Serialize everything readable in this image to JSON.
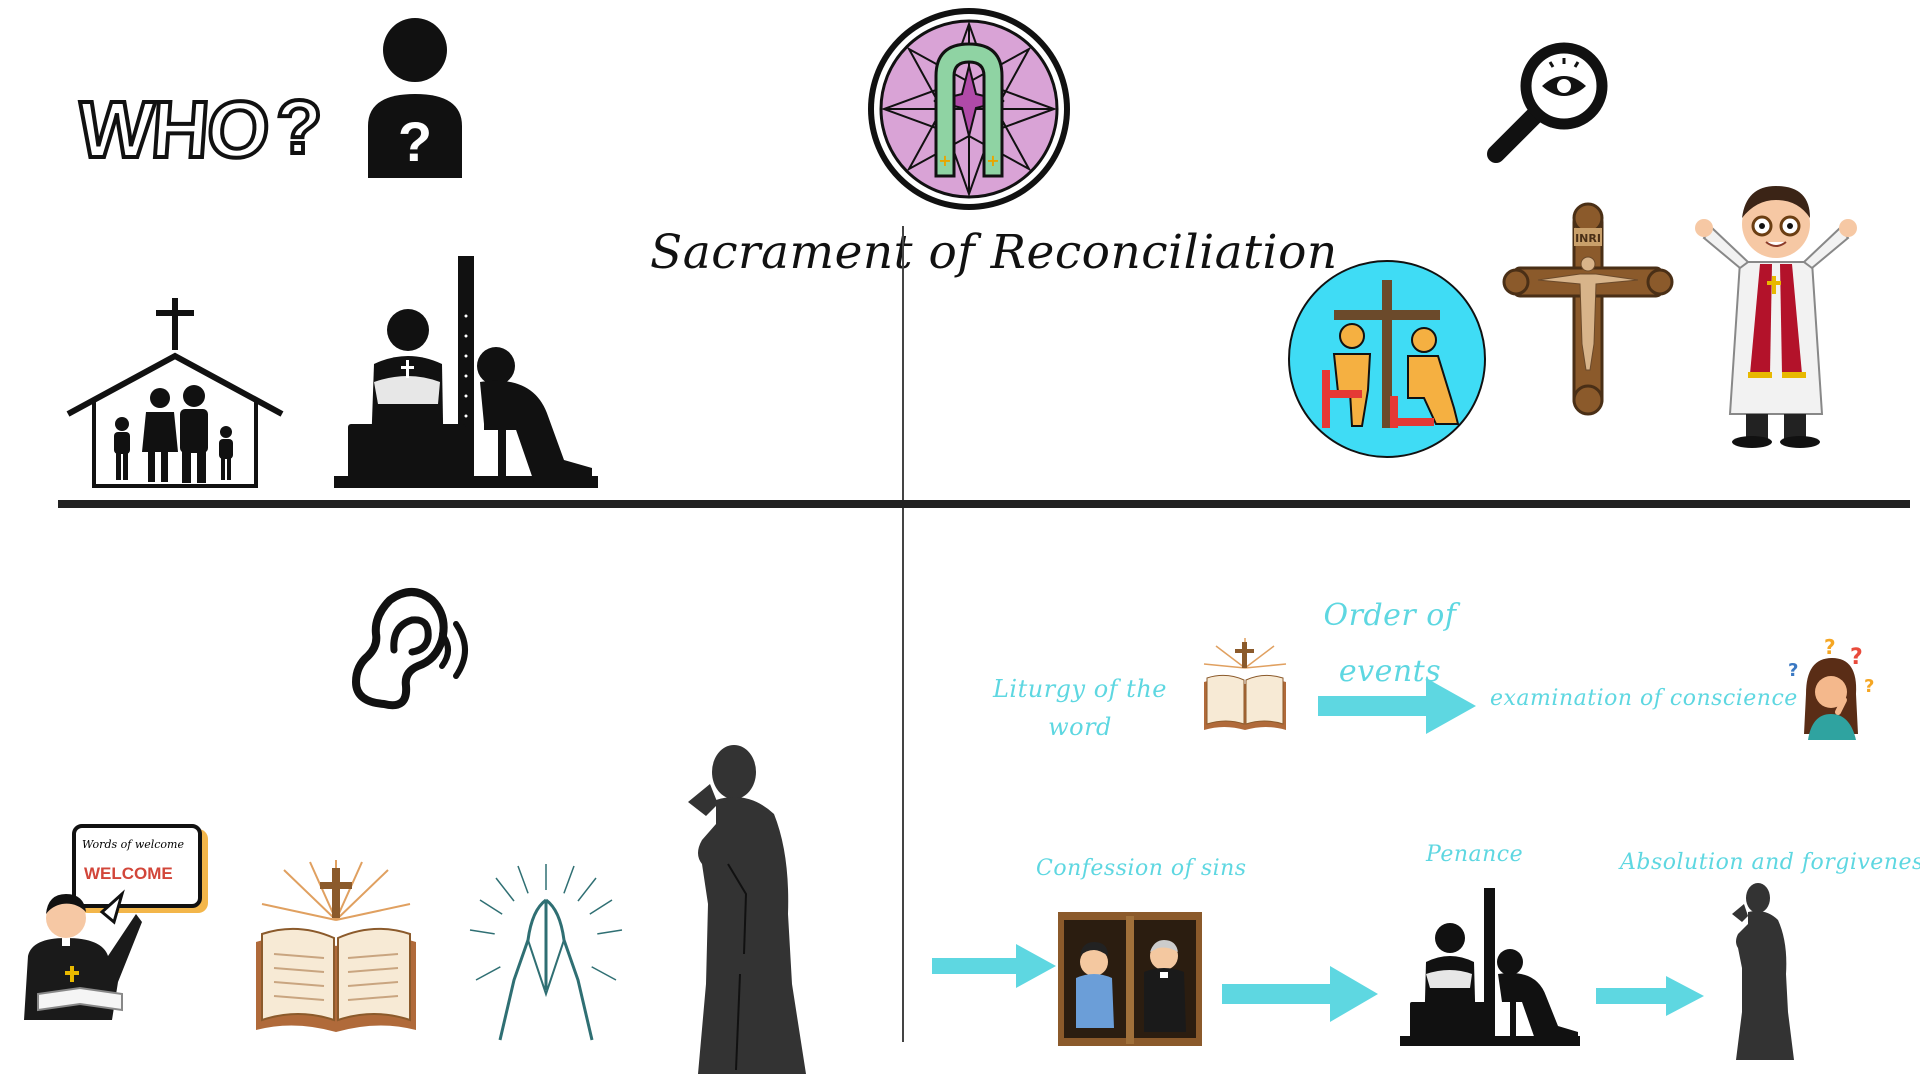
{
  "title": "Sacrament of Reconciliation",
  "who": {
    "word": "WHO",
    "question": "?"
  },
  "welcome": {
    "line1": "Words of welcome",
    "line2": "WELCOME"
  },
  "order": {
    "heading_line1": "Order of",
    "heading_line2": "events",
    "liturgy_line1": "Liturgy of the",
    "liturgy_line2": "word",
    "examination": "examination of conscience",
    "confession": "Confession of sins",
    "penance": "Penance",
    "absolution": "Absolution and forgiveness"
  },
  "inri": "INRI",
  "colors": {
    "accent_cyan": "#5ed7e1",
    "line_dark": "#222222",
    "stole_green": "#8fd3a3",
    "rose_window": "#d9a3d6",
    "circle_blue": "#3fdcf5"
  },
  "icons": [
    "stole-rose-window-icon",
    "person-question-icon",
    "magnifier-eye-icon",
    "church-family-icon",
    "confession-silhouette-icon",
    "confession-circle-icon",
    "crucifix-icon",
    "priest-cartoon-icon",
    "ear-icon",
    "priest-welcome-icon",
    "bible-icon",
    "praying-hands-icon",
    "priest-praying-silhouette-icon",
    "arrow-icon",
    "confessional-booth-icon",
    "thinking-woman-icon"
  ]
}
